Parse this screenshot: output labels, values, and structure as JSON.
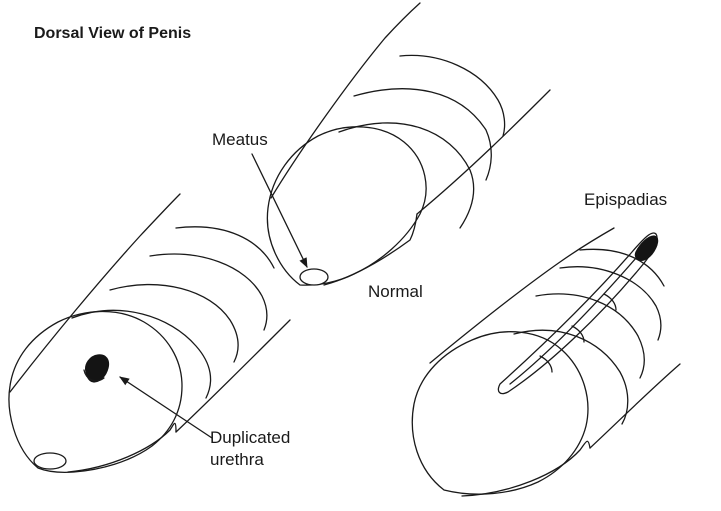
{
  "title": "Dorsal View of Penis",
  "labels": {
    "meatus": "Meatus",
    "normal": "Normal",
    "epispadias": "Epispadias",
    "duplicated_line1": "Duplicated",
    "duplicated_line2": "urethra"
  },
  "colors": {
    "line": "#1a1a1a",
    "background": "#ffffff"
  }
}
